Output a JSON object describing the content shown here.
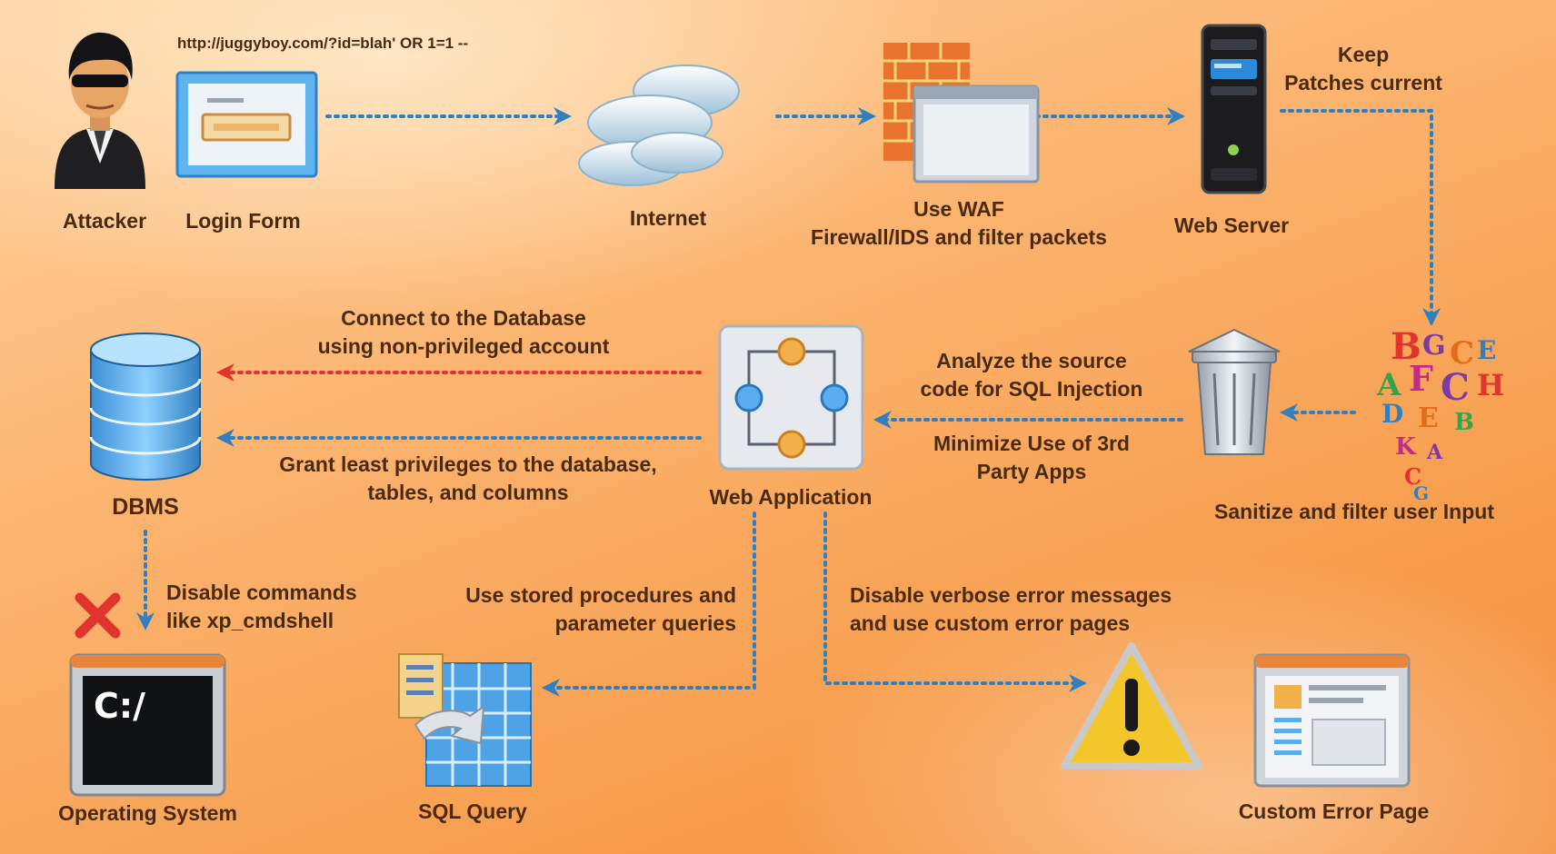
{
  "nodes": {
    "attacker": "Attacker",
    "login_form": "Login Form",
    "internet": "Internet",
    "waf": [
      "Use WAF",
      "Firewall/IDS and filter packets"
    ],
    "web_server": "Web Server",
    "sanitize": "Sanitize and filter user Input",
    "web_application": "Web Application",
    "dbms": "DBMS",
    "operating_system": "Operating System",
    "sql_query": "SQL Query",
    "custom_error_page": "Custom Error Page"
  },
  "attack_url": "http://juggyboy.com/?id=blah' OR 1=1 --",
  "notes": {
    "patches": [
      "Keep",
      "Patches current"
    ],
    "analyze": [
      "Analyze the source",
      "code for SQL Injection"
    ],
    "minimize": [
      "Minimize Use of 3rd",
      "Party Apps"
    ],
    "connect": [
      "Connect to the Database",
      "using non-privileged account"
    ],
    "grant": [
      "Grant least privileges to the database,",
      "tables, and columns"
    ],
    "disable_commands": [
      "Disable commands",
      "like xp_cmdshell"
    ],
    "stored_procedures": [
      "Use stored procedures and",
      "parameter queries"
    ],
    "verbose_errors": [
      "Disable verbose error messages",
      "and use custom error pages"
    ]
  },
  "icons": {
    "attacker": "attacker-person-icon",
    "login_form": "login-form-icon",
    "internet": "cloud-icon",
    "waf": "firewall-icon",
    "web_server": "server-tower-icon",
    "sanitize": "letters-filter-icon",
    "trash": "trash-bin-icon",
    "web_application": "web-application-icon",
    "dbms": "database-icon",
    "operating_system": "terminal-icon",
    "sql_query": "sql-query-icon",
    "warning": "warning-icon",
    "custom_error_page": "error-page-icon",
    "disabled": "red-x-icon"
  },
  "terminal_prompt": "C:/",
  "colors": {
    "flow_arrow": "#2f7fc1",
    "privileged_arrow": "#e0342c",
    "label_text": "#4a2b12"
  }
}
